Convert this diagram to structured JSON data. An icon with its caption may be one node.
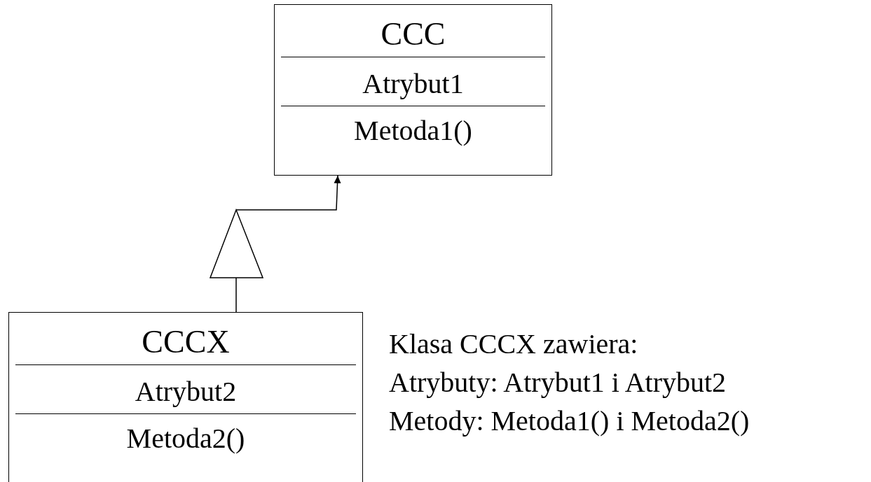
{
  "diagram": {
    "nodes": [
      {
        "text": [
          "CCC",
          "Atrybut1",
          "Metoda1()"
        ]
      },
      {
        "text": [
          "CCCX",
          "Atrybut2",
          "Metoda2()"
        ]
      }
    ],
    "edges": [
      {
        "from": 1,
        "to": 0,
        "arrow": "to"
      }
    ],
    "labels": [
      "Klasa CCCX zawiera:",
      "Atrybuty: Atrybut1 i Atrybut2",
      "Metody: Metoda1() i Metoda2()"
    ]
  }
}
